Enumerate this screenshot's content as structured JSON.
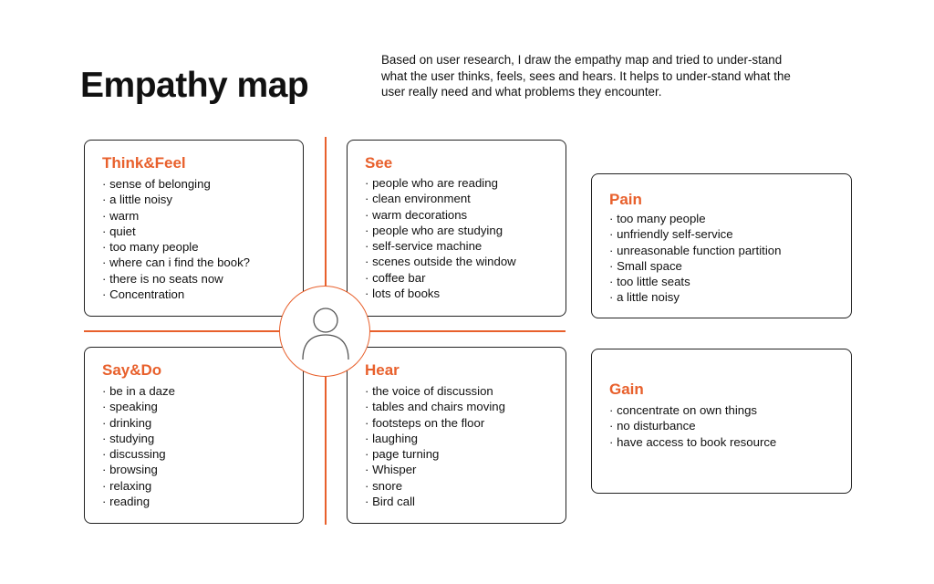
{
  "header": {
    "title": "Empathy map",
    "description": "Based on user research, I draw the empathy map and tried to under-stand what the user thinks, feels, sees and hears. It helps to under-stand what the user really need and what problems they encounter."
  },
  "accent_color": "#e8602c",
  "center_icon": "user-icon",
  "quadrants": {
    "think_feel": {
      "title": "Think&Feel",
      "items": [
        "sense of belonging",
        "a little noisy",
        "warm",
        "quiet",
        "too many people",
        "where can i find the book?",
        "there is no seats now",
        "Concentration"
      ]
    },
    "see": {
      "title": "See",
      "items": [
        "people who are reading",
        "clean environment",
        "warm decorations",
        "people who are studying",
        "self-service machine",
        "scenes outside the window",
        "coffee bar",
        "lots of books"
      ]
    },
    "say_do": {
      "title": "Say&Do",
      "items": [
        "be in a daze",
        "speaking",
        "drinking",
        "studying",
        "discussing",
        "browsing",
        "relaxing",
        "reading"
      ]
    },
    "hear": {
      "title": "Hear",
      "items": [
        "the voice of discussion",
        "tables and chairs moving",
        "footsteps on the floor",
        "laughing",
        "page turning",
        "Whisper",
        "snore",
        "Bird call"
      ]
    }
  },
  "pain": {
    "title": "Pain",
    "items": [
      "too many people",
      "unfriendly self-service",
      "unreasonable function partition",
      "Small space",
      "too little seats",
      "a little noisy"
    ]
  },
  "gain": {
    "title": "Gain",
    "items": [
      "concentrate on own things",
      "no disturbance",
      "have access to book resource"
    ]
  }
}
